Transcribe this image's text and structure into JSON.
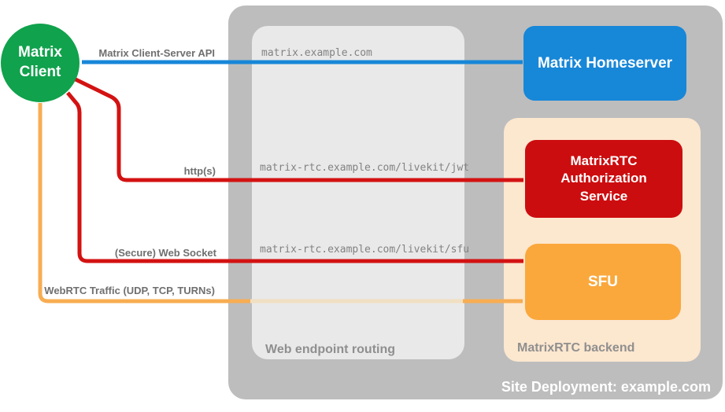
{
  "deployment": {
    "title": "Site Deployment: example.com"
  },
  "nodes": {
    "client": "Matrix Client",
    "homeserver": "Matrix Homeserver",
    "auth_service": "MatrixRTC Authorization Service",
    "sfu": "SFU"
  },
  "groups": {
    "routing": "Web endpoint routing",
    "backend": "MatrixRTC backend"
  },
  "endpoints": {
    "homeserver": "matrix.example.com",
    "jwt": "matrix-rtc.example.com/livekit/jwt",
    "sfu": "matrix-rtc.example.com/livekit/sfu"
  },
  "connections": {
    "client_server_api": "Matrix Client-Server API",
    "https": "http(s)",
    "websocket": "(Secure) Web Socket",
    "webrtc": "WebRTC Traffic (UDP, TCP, TURNs)"
  },
  "colors": {
    "client_green": "#10a24c",
    "homeserver_blue": "#1787d8",
    "auth_red": "#cc0d0f",
    "red_line": "#d31212",
    "sfu_orange": "#faa83c",
    "orange_line": "#f7ad52",
    "orange_line_faded": "#f1dfc2",
    "backend_peach": "#fce7cf",
    "deployment_gray": "#bdbdbd",
    "routing_gray": "#e9e9e9"
  }
}
